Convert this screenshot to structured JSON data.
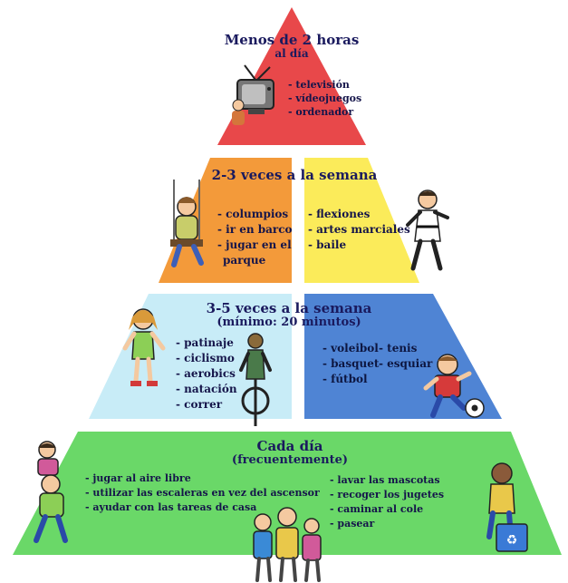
{
  "tier1": {
    "title_line1": "Menos de 2 horas",
    "title_line2": "al día",
    "items": [
      "- televisión",
      "- vídeojuegos",
      "- ordenador"
    ]
  },
  "tier2": {
    "title": "2-3 veces a la semana",
    "left_items": [
      "- columpios",
      "- ir en barco",
      "- jugar en el",
      "parque"
    ],
    "right_items": [
      "- flexiones",
      "- artes marciales",
      "- baile"
    ]
  },
  "tier3": {
    "title_line1": "3-5 veces a la semana",
    "title_line2": "(mínimo: 20 minutos)",
    "left_items": [
      "- patinaje",
      "- ciclismo",
      "- aerobics",
      "- natación",
      "- correr"
    ],
    "right_col1": [
      "- voleibol",
      "- basquet",
      "- fútbol"
    ],
    "right_col2": [
      "- tenis",
      "- esquiar"
    ]
  },
  "tier4": {
    "title_line1": "Cada día",
    "title_line2": "(frecuentemente)",
    "left_items": [
      "- jugar al aire libre",
      "- utilizar las escaleras en vez del ascensor",
      "- ayudar con las tareas de casa"
    ],
    "right_items": [
      "- lavar las mascotas",
      "- recoger los jugetes",
      "- caminar al cole",
      "- pasear"
    ]
  },
  "colors": {
    "tier1": "#e8484a",
    "tier2_left": "#f39a3a",
    "tier2_right": "#fbeb5a",
    "tier3_left": "#c8ecf7",
    "tier3_right": "#4f84d4",
    "tier4": "#6ad868"
  },
  "illustrations": [
    "tv-icon",
    "child-swing-icon",
    "karate-kid-icon",
    "skater-girl-icon",
    "cyclist-icon",
    "soccer-boy-icon",
    "piggyback-kids-icon",
    "group-kids-icon",
    "recycling-kid-icon"
  ]
}
